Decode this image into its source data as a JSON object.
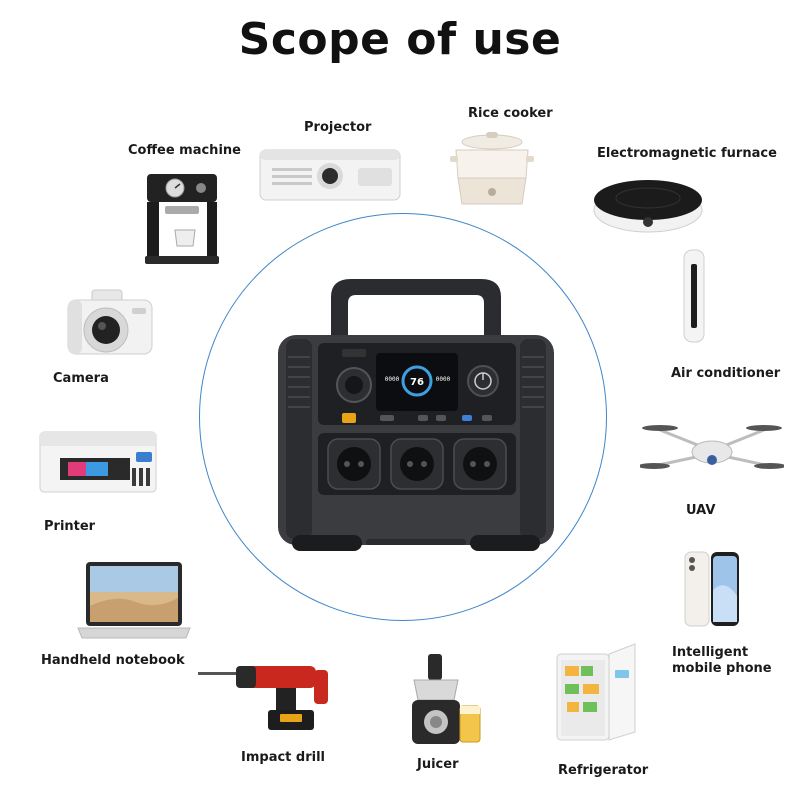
{
  "title": "Scope of use",
  "center_device": {
    "display_reading_1": "0000",
    "display_reading_2": "76",
    "display_reading_3": "0000"
  },
  "applications": [
    {
      "label": "Projector",
      "icon": "projector-icon"
    },
    {
      "label": "Rice cooker",
      "icon": "rice-cooker-icon"
    },
    {
      "label": "Coffee machine",
      "icon": "coffee-machine-icon"
    },
    {
      "label": "Electromagnetic furnace",
      "icon": "induction-cooker-icon"
    },
    {
      "label": "Camera",
      "icon": "camera-icon"
    },
    {
      "label": "Air conditioner",
      "icon": "air-conditioner-icon"
    },
    {
      "label": "Printer",
      "icon": "printer-icon"
    },
    {
      "label": "UAV",
      "icon": "drone-icon"
    },
    {
      "label": "Intelligent mobile phone",
      "icon": "smartphone-icon"
    },
    {
      "label": "Handheld notebook",
      "icon": "laptop-icon"
    },
    {
      "label": "Impact drill",
      "icon": "impact-drill-icon"
    },
    {
      "label": "Juicer",
      "icon": "juicer-icon"
    },
    {
      "label": "Refrigerator",
      "icon": "refrigerator-icon"
    }
  ],
  "colors": {
    "circle": "#3f86c9",
    "device_body": "#3a3c40",
    "accent": "#e8a317"
  }
}
